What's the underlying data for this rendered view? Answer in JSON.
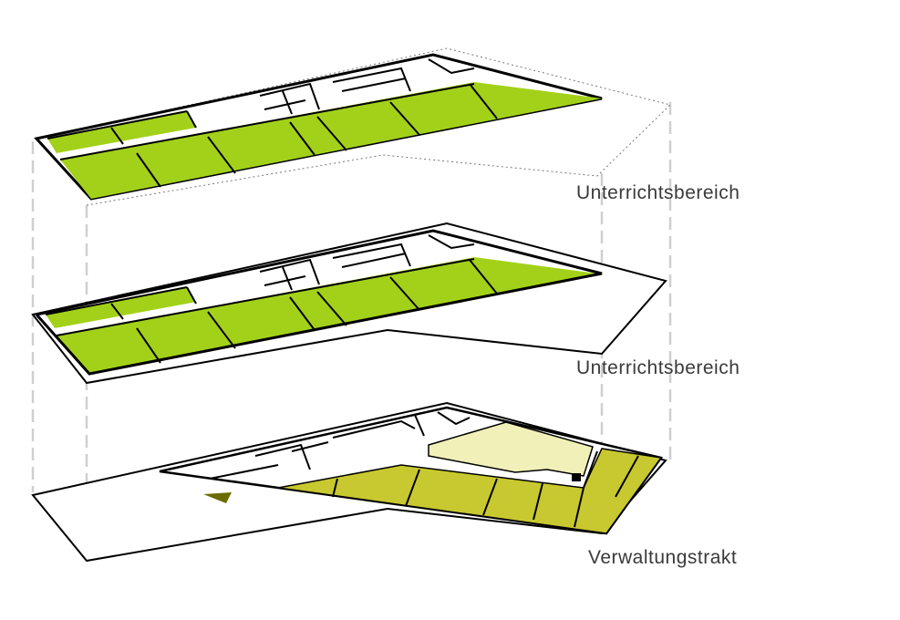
{
  "floors": [
    {
      "label": "Unterrichtsbereich"
    },
    {
      "label": "Unterrichtsbereich"
    },
    {
      "label": "Verwaltungstrakt"
    }
  ],
  "colors": {
    "classroom_green": "#a3d11a",
    "admin_olive": "#c8c830",
    "admin_pale": "#f0f0b8",
    "marker": "#6b6b00",
    "outline": "#000000",
    "guide_lines": "#c8c8c8"
  }
}
